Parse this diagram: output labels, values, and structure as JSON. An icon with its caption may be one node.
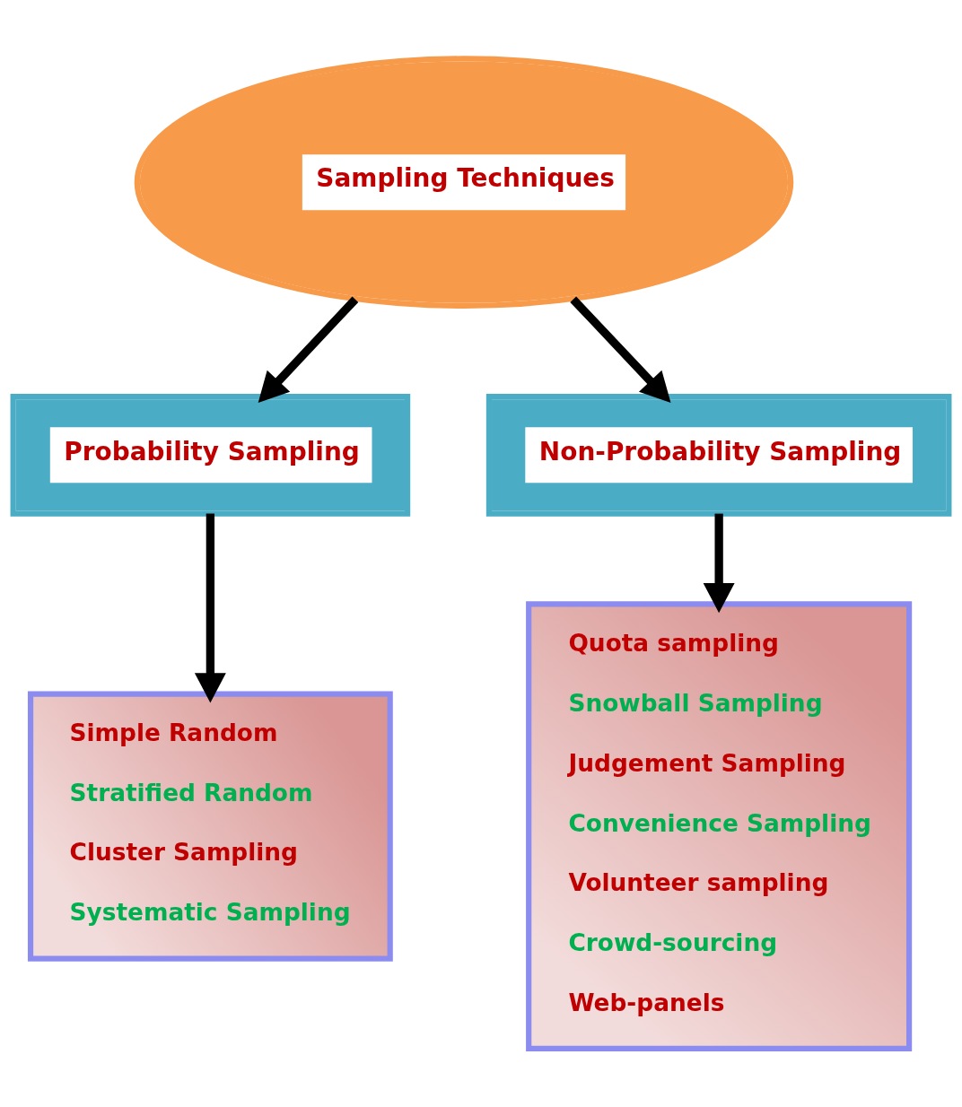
{
  "diagram": {
    "nodes": [
      {
        "text": [
          "Sampling Techniques"
        ]
      },
      {
        "text": [
          "Probability Sampling"
        ]
      },
      {
        "text": [
          "Non-Probability Sampling"
        ]
      },
      {
        "text": [
          "Simple Random",
          "Stratified Random",
          "Cluster Sampling",
          "Systematic Sampling"
        ]
      },
      {
        "text": [
          "Quota sampling",
          "Snowball Sampling",
          "Judgement Sampling",
          "Convenience Sampling",
          "Volunteer sampling",
          "Crowd-sourcing",
          "Web-panels"
        ]
      }
    ],
    "edges": [
      {
        "from": 0,
        "to": 1,
        "arrow": "to"
      },
      {
        "from": 0,
        "to": 2,
        "arrow": "to"
      },
      {
        "from": 1,
        "to": 3,
        "arrow": "to"
      },
      {
        "from": 2,
        "to": 4,
        "arrow": "to"
      }
    ]
  }
}
